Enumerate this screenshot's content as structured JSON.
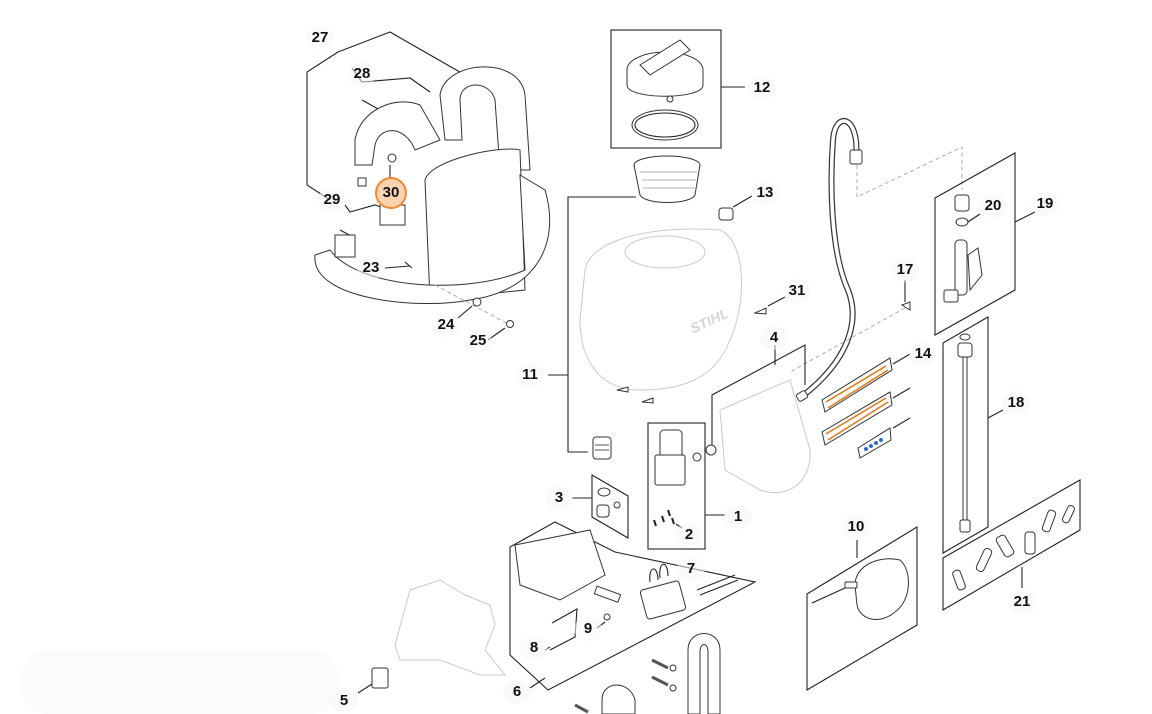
{
  "diagram": {
    "title": "Exploded parts view - battery backpack sprayer",
    "brand_mark": "STIHL",
    "highlight_color": "#f08a36",
    "sticker_accent_color": "#e07a1a",
    "highlighted_part": "30",
    "callouts": [
      {
        "id": "c27",
        "label": "27"
      },
      {
        "id": "c28",
        "label": "28"
      },
      {
        "id": "c29",
        "label": "29"
      },
      {
        "id": "c30",
        "label": "30"
      },
      {
        "id": "c23",
        "label": "23"
      },
      {
        "id": "c24",
        "label": "24"
      },
      {
        "id": "c25",
        "label": "25"
      },
      {
        "id": "c12",
        "label": "12"
      },
      {
        "id": "c13",
        "label": "13"
      },
      {
        "id": "c11",
        "label": "11"
      },
      {
        "id": "c31",
        "label": "31"
      },
      {
        "id": "c4",
        "label": "4"
      },
      {
        "id": "c17",
        "label": "17"
      },
      {
        "id": "c20",
        "label": "20"
      },
      {
        "id": "c19",
        "label": "19"
      },
      {
        "id": "c14",
        "label": "14"
      },
      {
        "id": "c18",
        "label": "18"
      },
      {
        "id": "c3",
        "label": "3"
      },
      {
        "id": "c1",
        "label": "1"
      },
      {
        "id": "c2",
        "label": "2"
      },
      {
        "id": "c10",
        "label": "10"
      },
      {
        "id": "c7",
        "label": "7"
      },
      {
        "id": "c9",
        "label": "9"
      },
      {
        "id": "c8",
        "label": "8"
      },
      {
        "id": "c21",
        "label": "21"
      },
      {
        "id": "c5",
        "label": "5"
      },
      {
        "id": "c6",
        "label": "6"
      }
    ]
  }
}
